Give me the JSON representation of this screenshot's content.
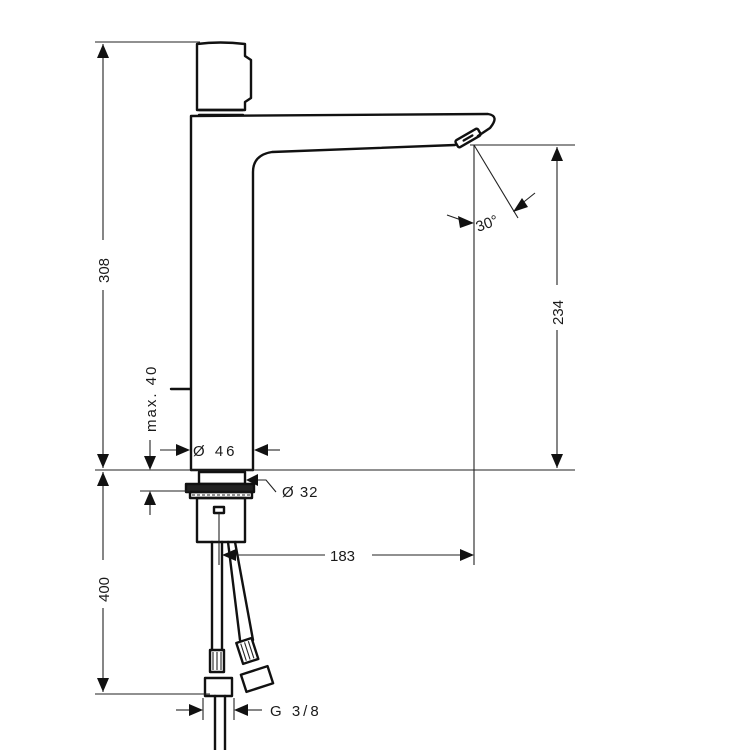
{
  "drawing": {
    "subject": "Single-lever basin faucet technical dimension drawing",
    "dimensions": {
      "total_height": "308",
      "spout_height": "234",
      "below_deck_length": "400",
      "max_deck_thickness": "max. 40",
      "body_diameter": "Ø 46",
      "shank_diameter": "Ø 32",
      "spout_reach": "183",
      "spray_angle": "30°",
      "connection_thread": "G 3/8"
    },
    "colors": {
      "line": "#111111",
      "background": "#ffffff"
    }
  }
}
